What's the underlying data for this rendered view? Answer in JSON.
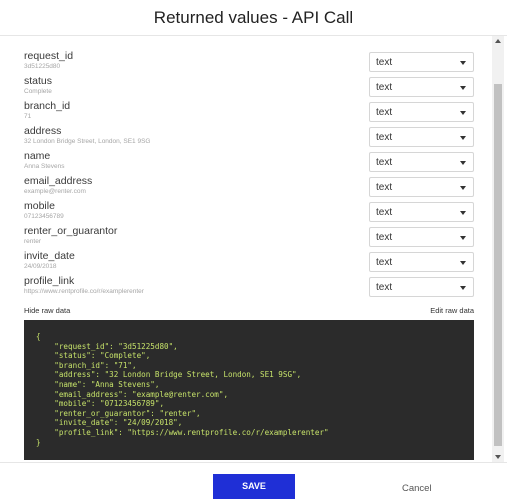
{
  "dialog": {
    "title": "Returned values - API Call"
  },
  "fields": [
    {
      "name": "request_id",
      "value": "3d51225d80",
      "type": "text"
    },
    {
      "name": "status",
      "value": "Complete",
      "type": "text"
    },
    {
      "name": "branch_id",
      "value": "71",
      "type": "text"
    },
    {
      "name": "address",
      "value": "32 London Bridge Street, London, SE1 9SG",
      "type": "text"
    },
    {
      "name": "name",
      "value": "Anna Stevens",
      "type": "text"
    },
    {
      "name": "email_address",
      "value": "example@renter.com",
      "type": "text"
    },
    {
      "name": "mobile",
      "value": "07123456789",
      "type": "text"
    },
    {
      "name": "renter_or_guarantor",
      "value": "renter",
      "type": "text"
    },
    {
      "name": "invite_date",
      "value": "24/09/2018",
      "type": "text"
    },
    {
      "name": "profile_link",
      "value": "https://www.rentprofile.co/r/examplerenter",
      "type": "text"
    }
  ],
  "raw": {
    "hide_label": "Hide raw data",
    "edit_label": "Edit raw data",
    "json_text": "{\n    \"request_id\": \"3d51225d80\",\n    \"status\": \"Complete\",\n    \"branch_id\": \"71\",\n    \"address\": \"32 London Bridge Street, London, SE1 9SG\",\n    \"name\": \"Anna Stevens\",\n    \"email_address\": \"example@renter.com\",\n    \"mobile\": \"07123456789\",\n    \"renter_or_guarantor\": \"renter\",\n    \"invite_date\": \"24/09/2018\",\n    \"profile_link\": \"https://www.rentprofile.co/r/examplerenter\"\n}"
  },
  "footer": {
    "save_label": "SAVE",
    "cancel_label": "Cancel"
  },
  "colors": {
    "primary": "#1f2fd6",
    "code_bg": "#2b2b2b",
    "code_text": "#c6e26a"
  }
}
